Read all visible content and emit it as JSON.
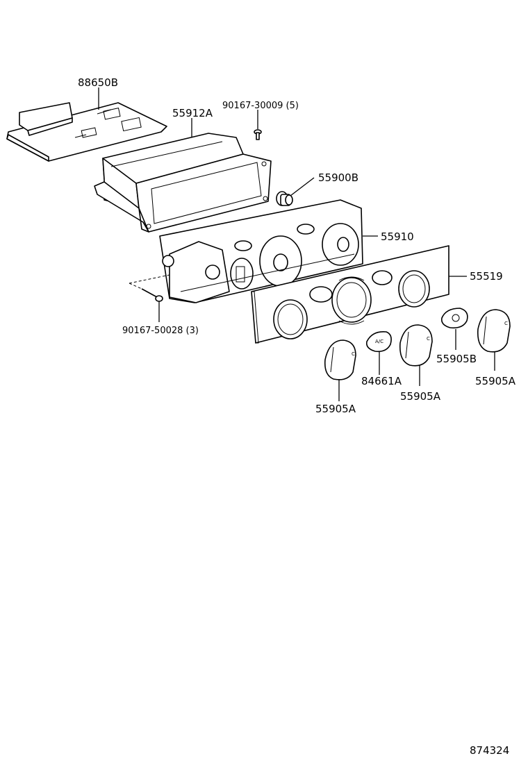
{
  "parts": [
    {
      "id": "88650B",
      "label": "88650B"
    },
    {
      "id": "55912A",
      "label": "55912A"
    },
    {
      "id": "90167-30009",
      "label": "90167-30009 (5)"
    },
    {
      "id": "55900B",
      "label": "55900B"
    },
    {
      "id": "55910",
      "label": "55910"
    },
    {
      "id": "55519",
      "label": "55519"
    },
    {
      "id": "90167-50028",
      "label": "90167-50028 (3)"
    },
    {
      "id": "55905B",
      "label": "55905B"
    },
    {
      "id": "84661A",
      "label": "84661A"
    },
    {
      "id": "55905A-1",
      "label": "55905A"
    },
    {
      "id": "55905A-2",
      "label": "55905A"
    },
    {
      "id": "55905A-3",
      "label": "55905A"
    }
  ],
  "ac_button_text": "A/C",
  "diagram_number": "874324"
}
